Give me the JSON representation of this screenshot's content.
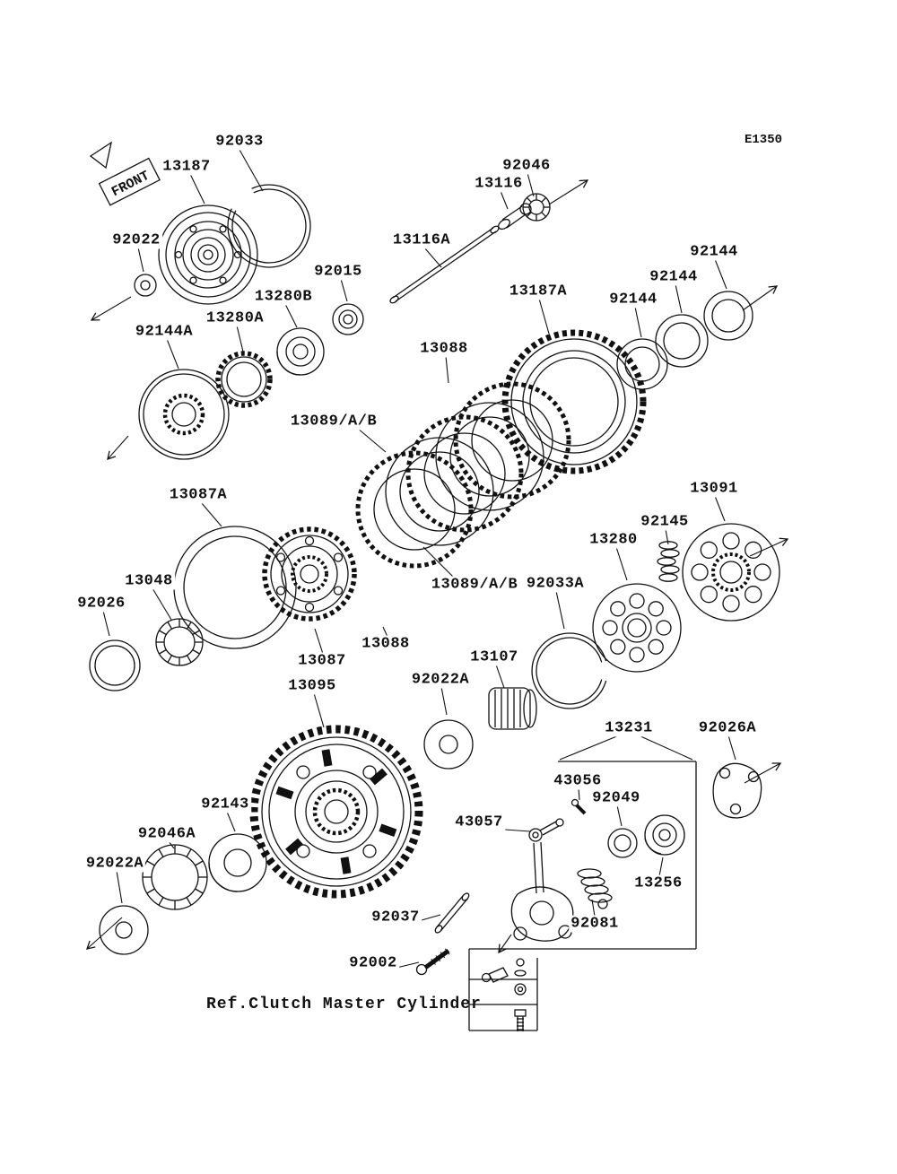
{
  "diagram": {
    "code": "E1350",
    "front_label": "FRONT",
    "ref_label": "Ref.Clutch Master Cylinder",
    "labels": [
      {
        "text": "92033"
      },
      {
        "text": "13187"
      },
      {
        "text": "92046"
      },
      {
        "text": "13116"
      },
      {
        "text": "13116A"
      },
      {
        "text": "92022"
      },
      {
        "text": "92144"
      },
      {
        "text": "92144"
      },
      {
        "text": "92015"
      },
      {
        "text": "13280B"
      },
      {
        "text": "92144"
      },
      {
        "text": "13187A"
      },
      {
        "text": "13280A"
      },
      {
        "text": "92144A"
      },
      {
        "text": "13088"
      },
      {
        "text": "13089/A/B"
      },
      {
        "text": "13087A"
      },
      {
        "text": "13091"
      },
      {
        "text": "92145"
      },
      {
        "text": "13280"
      },
      {
        "text": "13048"
      },
      {
        "text": "92033A"
      },
      {
        "text": "13089/A/B"
      },
      {
        "text": "92026"
      },
      {
        "text": "13107"
      },
      {
        "text": "13087"
      },
      {
        "text": "13088"
      },
      {
        "text": "13095"
      },
      {
        "text": "92022A"
      },
      {
        "text": "13231"
      },
      {
        "text": "92026A"
      },
      {
        "text": "43056"
      },
      {
        "text": "92049"
      },
      {
        "text": "92143"
      },
      {
        "text": "43057"
      },
      {
        "text": "92046A"
      },
      {
        "text": "92022A"
      },
      {
        "text": "13256"
      },
      {
        "text": "92037"
      },
      {
        "text": "92081"
      },
      {
        "text": "92002"
      }
    ]
  }
}
